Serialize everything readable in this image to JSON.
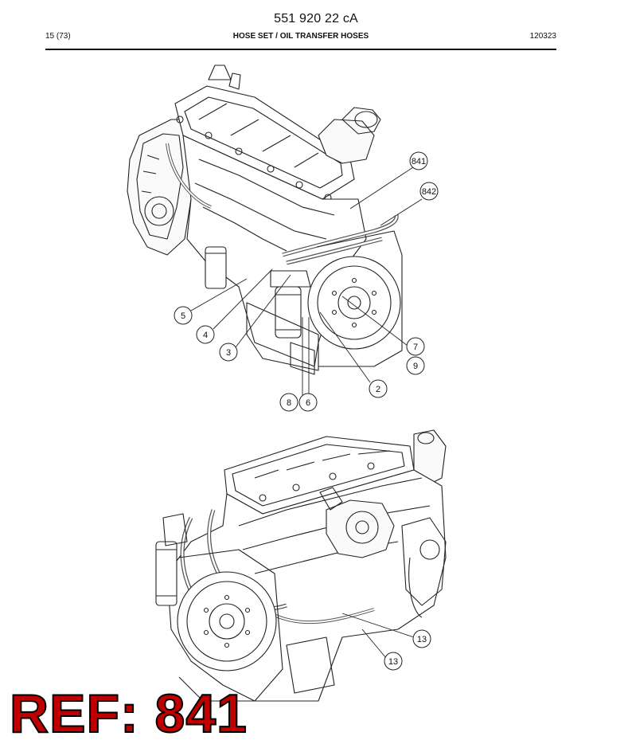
{
  "header": {
    "doc_number": "551 920 22 cA",
    "page": "15 (73)",
    "title": "HOSE SET / OIL TRANSFER HOSES",
    "date": "120323"
  },
  "callouts": {
    "c841": "841",
    "c842": "842",
    "c5": "5",
    "c4": "4",
    "c3": "3",
    "c7": "7",
    "c9": "9",
    "c2": "2",
    "c8": "8",
    "c6": "6",
    "c13a": "13",
    "c13b": "13"
  },
  "ref": {
    "label": "REF: 841",
    "color": "#c00000"
  },
  "icons": {
    "top_illustration": "engine-upper-view-illustration",
    "bottom_illustration": "engine-lower-view-illustration"
  }
}
